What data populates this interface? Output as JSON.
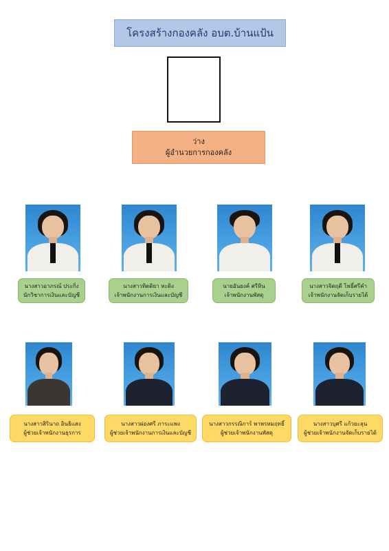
{
  "title": "โครงสร้างกองคลัง อบต.บ้านแป้น",
  "head": {
    "name": "ว่าง",
    "position": "ผู้อำนวยการกองคลัง"
  },
  "row1": [
    {
      "name": "นางสาวอาภรณ์ ประกิ่ง",
      "position": "นักวิชาการเงินและบัญชี"
    },
    {
      "name": "นางสาวทิตติยา หะติง",
      "position": "เจ้าพนักงานการเงินและบัญชี"
    },
    {
      "name": "นายอันยงค์ ศรีหิน",
      "position": "เจ้าพนักงานพัสดุ"
    },
    {
      "name": "นางสาวจิตฤดี โพธิ์ศรีคำ",
      "position": "เจ้าพนักงานจัดเก็บรายได้"
    }
  ],
  "row2": [
    {
      "name": "นางสาวสิรินาถ อินธิแสง",
      "position": "ผู้ช่วยเจ้าพนักงานธุรการ"
    },
    {
      "name": "นางสาวผ่องศรี ภาระแพง",
      "position": "ผู้ช่วยเจ้าพนักงานการเงินและบัญชี"
    },
    {
      "name": "นางสาวกรรณิการ์ พาพรหมฤทธิ์",
      "position": "ผู้ช่วยเจ้าพนักงานพัสดุ"
    },
    {
      "name": "นางสาวบุศรี แก้วยะลุน",
      "position": "ผู้ช่วยเจ้าพนักงานจัดเก็บรายได้"
    }
  ],
  "colors": {
    "title_bg": "#b4c7e7",
    "head_bg": "#f4b183",
    "staff_label_bg": "#a9d18e",
    "assistant_label_bg": "#ffd966",
    "photo_bg": "#3c93d8"
  }
}
